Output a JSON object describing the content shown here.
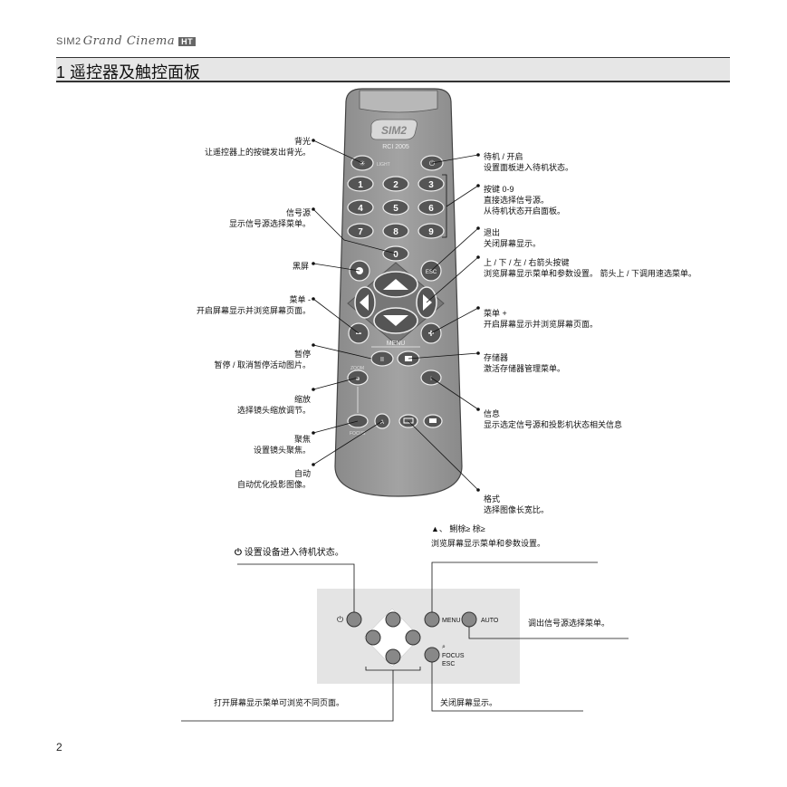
{
  "header": {
    "brand_sim": "SIM2",
    "brand_script": "Grand Cinema",
    "brand_ht": "HT",
    "section_title": "1 遥控器及触控面板"
  },
  "remote": {
    "logo": "SIM2",
    "model": "RCI 2005",
    "light_label": "LIGHT",
    "menu_label": "MENU",
    "zoom_label": "ZOOM",
    "focus_label": "FOCUS",
    "esc_label": "ESC",
    "zero": "0",
    "digits": [
      "1",
      "2",
      "3",
      "4",
      "5",
      "6",
      "7",
      "8",
      "9"
    ]
  },
  "labels": {
    "backlight": [
      "背光",
      "让遥控器上的按键发出背光。"
    ],
    "source": [
      "信号源",
      "显示信号源选择菜单。"
    ],
    "blank": [
      "黑屏"
    ],
    "menu_minus": [
      "菜单 -",
      "开启屏幕显示并浏览屏幕页面。"
    ],
    "pause": [
      "暂停",
      "暂停 / 取消暂停活动图片。"
    ],
    "zoom": [
      "缩放",
      "选择镜头缩放调节。"
    ],
    "focus": [
      "聚焦",
      "设置镜头聚焦。"
    ],
    "auto": [
      "自动",
      "自动优化投影图像。"
    ],
    "standby": [
      "待机 / 开启",
      "设置面板进入待机状态。"
    ],
    "keys": [
      "按键 0-9",
      "直接选择信号源。",
      "从待机状态开启面板。"
    ],
    "exit": [
      "退出",
      "关闭屏幕显示。"
    ],
    "arrows": [
      "上 / 下 / 左 / 右箭头按键",
      "浏览屏幕显示菜单和参数设置。 箭头上 / 下调用速选菜单。"
    ],
    "menu_plus": [
      "菜单 +",
      "开启屏幕显示并浏览屏幕页面。"
    ],
    "memory": [
      "存储器",
      "激活存储器管理菜单。"
    ],
    "info": [
      "信息",
      "显示选定信号源和投影机状态相关信息"
    ],
    "format": [
      "格式",
      "选择图像长宽比。"
    ]
  },
  "panel": {
    "power_label": "设置设备进入待机状态。",
    "arrows_line1": "▲、 鯏梌≥ 梌≥",
    "arrows_line2": "浏览屏幕显示菜单和参数设置。",
    "auto_desc": "调出信号源选择菜单。",
    "nav_desc": "打开屏幕显示菜单可浏览不同页面。",
    "esc_desc": "关闭屏幕显示。",
    "menu_btn": "MENU",
    "auto_btn": "AUTO",
    "focus_btn": "FOCUS",
    "esc_btn": "ESC"
  },
  "page_number": "2"
}
